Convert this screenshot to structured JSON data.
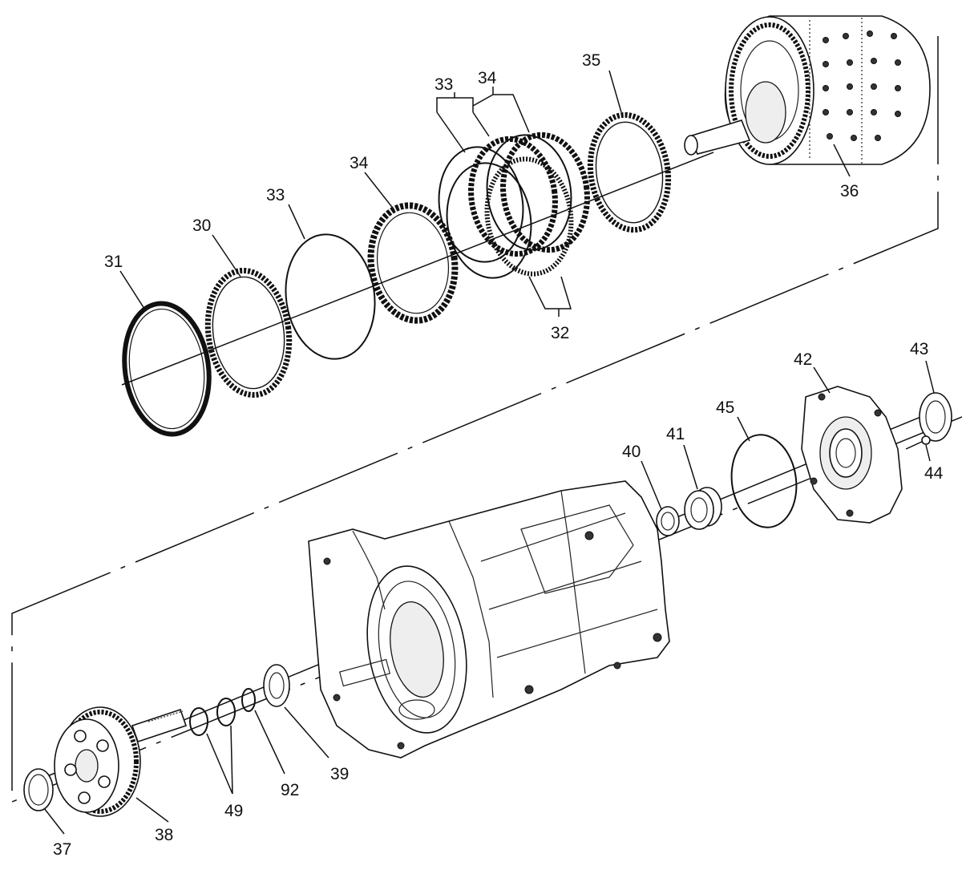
{
  "labels": {
    "l31": "31",
    "l30": "30",
    "l33a": "33",
    "l34a": "34",
    "l33b": "33",
    "l34b": "34",
    "l35": "35",
    "l36": "36",
    "l32": "32",
    "l40": "40",
    "l41": "41",
    "l45": "45",
    "l42": "42",
    "l43": "43",
    "l44": "44",
    "l39": "39",
    "l92": "92",
    "l49": "49",
    "l38": "38",
    "l37": "37"
  },
  "colors": {
    "line": "#111111",
    "background": "#ffffff"
  }
}
